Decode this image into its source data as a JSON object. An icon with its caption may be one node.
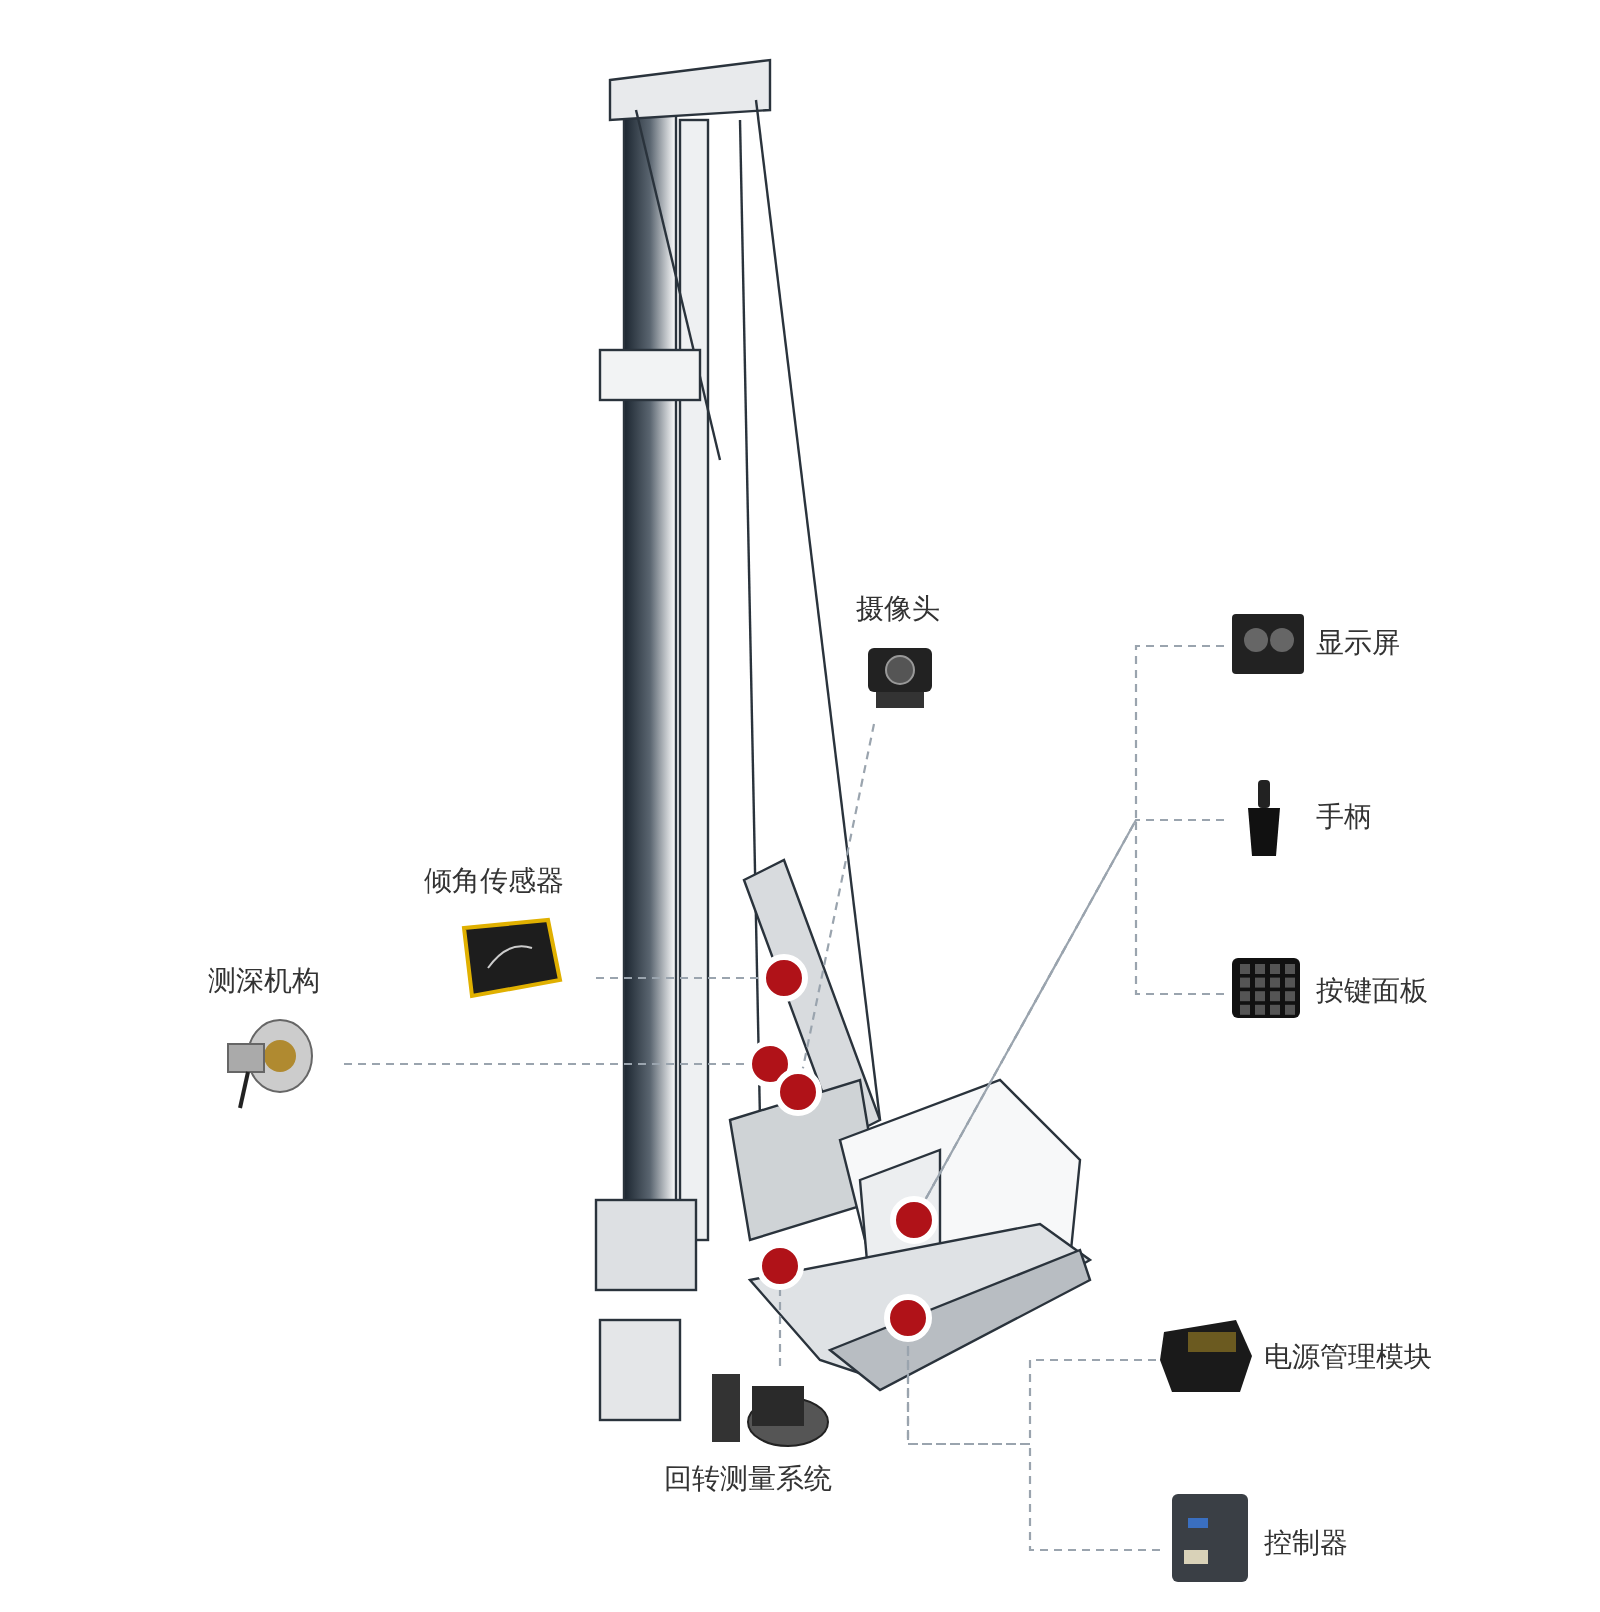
{
  "diagram": {
    "nodes": [
      {
        "text": [
          "摄像头"
        ]
      },
      {
        "text": [
          "倾角传感器"
        ]
      },
      {
        "text": [
          "测深机构"
        ]
      },
      {
        "text": [
          "显示屏"
        ]
      },
      {
        "text": [
          "手柄"
        ]
      },
      {
        "text": [
          "按键面板"
        ]
      },
      {
        "text": [
          "回转测量系统"
        ]
      },
      {
        "text": [
          "电源管理模块"
        ]
      },
      {
        "text": [
          "控制器"
        ]
      },
      {
        "text": [],
        "shape": "circle"
      },
      {
        "text": [],
        "shape": "circle"
      },
      {
        "text": [],
        "shape": "circle"
      },
      {
        "text": [],
        "shape": "circle"
      },
      {
        "text": [],
        "shape": "circle"
      },
      {
        "text": [],
        "shape": "circle"
      }
    ],
    "edges": [
      {
        "from": 0,
        "to": 11,
        "arrow": "none"
      },
      {
        "from": 1,
        "to": 9,
        "arrow": "none"
      },
      {
        "from": 2,
        "to": 10,
        "arrow": "none"
      },
      {
        "from": 3,
        "to": 12,
        "arrow": "none"
      },
      {
        "from": 4,
        "to": 12,
        "arrow": "none"
      },
      {
        "from": 5,
        "to": 12,
        "arrow": "none"
      },
      {
        "from": 6,
        "to": 13,
        "arrow": "none"
      },
      {
        "from": 7,
        "to": 14,
        "arrow": "none"
      },
      {
        "from": 8,
        "to": 14,
        "arrow": "none"
      }
    ]
  }
}
